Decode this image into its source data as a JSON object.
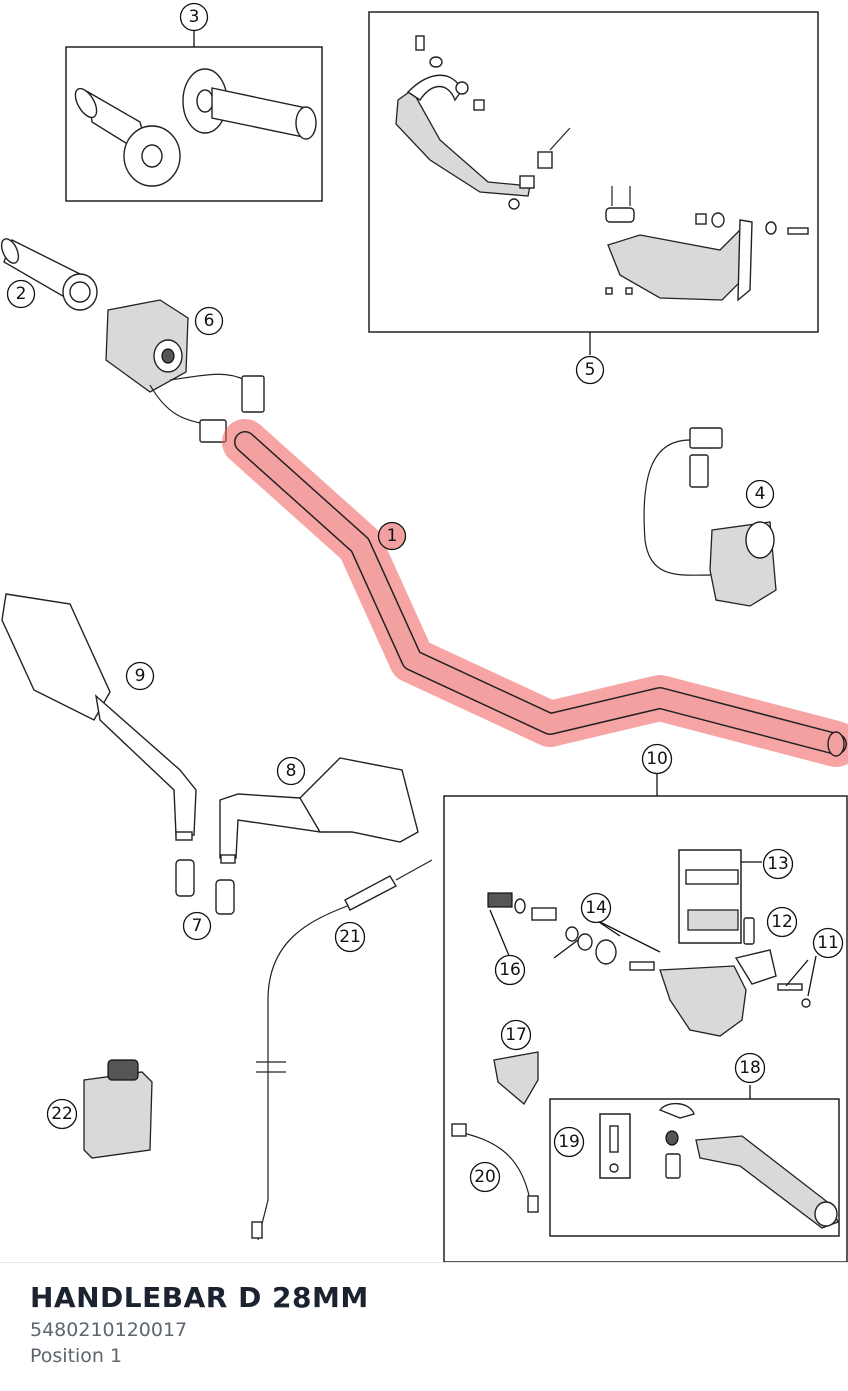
{
  "callouts": [
    "1",
    "2",
    "3",
    "4",
    "5",
    "6",
    "7",
    "8",
    "9",
    "10",
    "11",
    "12",
    "13",
    "14",
    "16",
    "17",
    "18",
    "19",
    "20",
    "21",
    "22"
  ],
  "highlight_color": "#f05a5a",
  "part": {
    "title": "HANDLEBAR D 28MM",
    "number": "5480210120017",
    "position": "Position 1"
  }
}
